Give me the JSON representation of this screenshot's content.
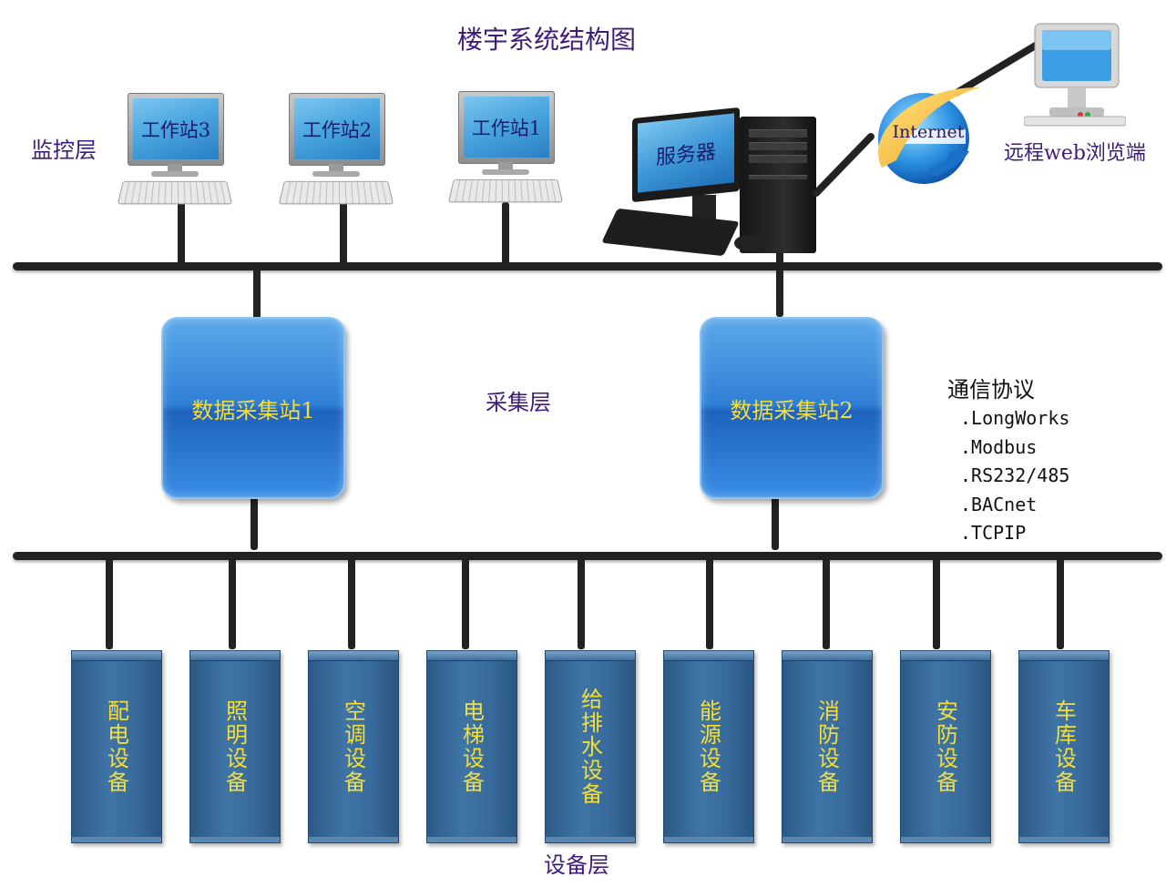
{
  "title": "楼宇系统结构图",
  "layers": {
    "monitor": "监控层",
    "collect": "采集层",
    "device": "设备层"
  },
  "workstations": [
    "工作站3",
    "工作站2",
    "工作站1"
  ],
  "server": {
    "label": "服务器"
  },
  "internet": {
    "label": "Internet"
  },
  "remote": {
    "label": "远程web浏览端"
  },
  "stations": [
    "数据采集站1",
    "数据采集站2"
  ],
  "protocols": {
    "title": "通信协议",
    "items": [
      ".LongWorks",
      ".Modbus",
      ".RS232/485",
      ".BACnet",
      ".TCPIP"
    ]
  },
  "devices": [
    "配电设备",
    "照明设备",
    "空调设备",
    "电梯设备",
    "给排水设备",
    "能源设备",
    "消防设备",
    "安防设备",
    "车库设备"
  ]
}
